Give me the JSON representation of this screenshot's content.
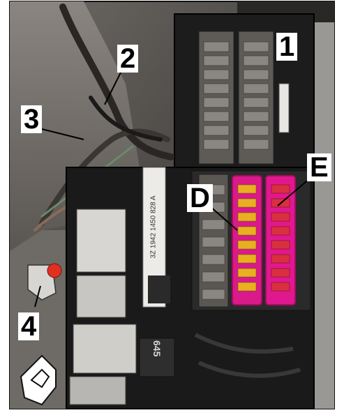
{
  "callouts": [
    {
      "id": "1",
      "label": "1"
    },
    {
      "id": "2",
      "label": "2"
    },
    {
      "id": "3",
      "label": "3"
    },
    {
      "id": "4",
      "label": "4"
    },
    {
      "id": "D",
      "label": "D"
    },
    {
      "id": "E",
      "label": "E"
    }
  ],
  "relay_text": "645",
  "sticker_text": "3Z 1942 1450 828 A",
  "colors": {
    "fuse_highlight": "#e01890",
    "fuse_yellow": "#e8b020",
    "fuse_red": "#d83040",
    "clip_red": "#e03020"
  }
}
